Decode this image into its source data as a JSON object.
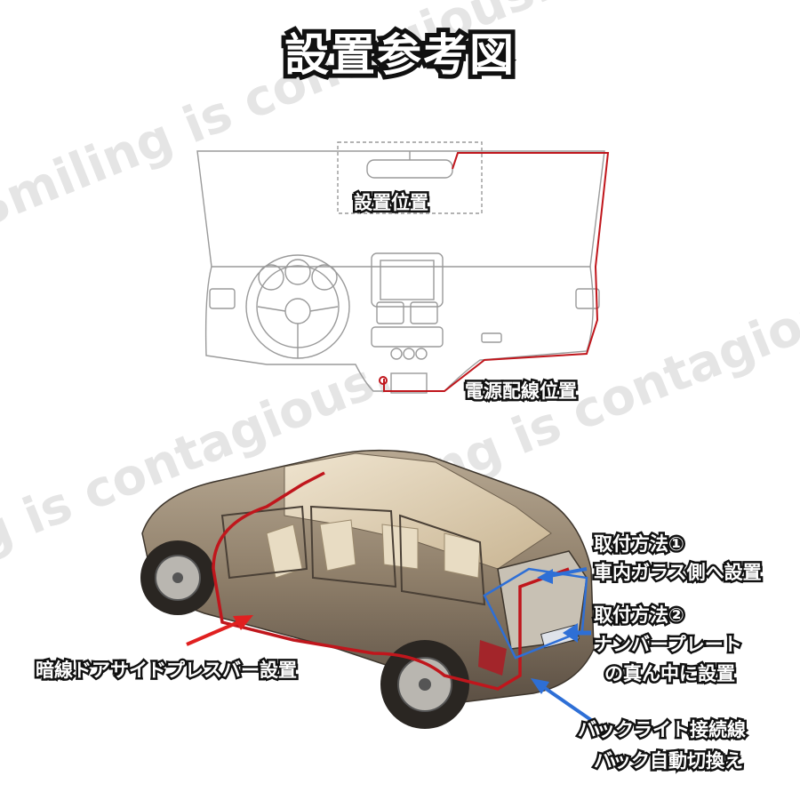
{
  "title": "設置参考図",
  "labels": {
    "install_position": "設置位置",
    "power_wiring_position": "電源配線位置",
    "mount_method_1_title": "取付方法①",
    "mount_method_1_desc": "車内ガラス側へ設置",
    "mount_method_2_title": "取付方法②",
    "mount_method_2_line2": "ナンバープレート",
    "mount_method_2_line3": "の真ん中に設置",
    "hidden_wire": "暗線ドアサイドプレスバー設置",
    "backlight_line1": "バックライト接続線",
    "backlight_line2": "バック自動切換え"
  },
  "watermark": "Smiling is contagious.",
  "colors": {
    "wire": "#c0161c",
    "arrow_red": "#e02020",
    "arrow_blue": "#2e6fd6"
  }
}
